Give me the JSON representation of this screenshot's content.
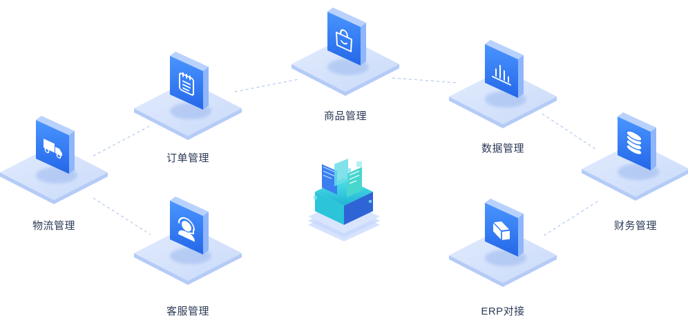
{
  "nodes": [
    {
      "id": "logistics",
      "label": "物流管理",
      "icon": "truck-icon"
    },
    {
      "id": "orders",
      "label": "订单管理",
      "icon": "clipboard-icon"
    },
    {
      "id": "customer-service",
      "label": "客服管理",
      "icon": "headset-agent-icon"
    },
    {
      "id": "products",
      "label": "商品管理",
      "icon": "shopping-bag-icon"
    },
    {
      "id": "data",
      "label": "数据管理",
      "icon": "bar-chart-icon"
    },
    {
      "id": "finance",
      "label": "财务管理",
      "icon": "coin-stack-icon"
    },
    {
      "id": "erp",
      "label": "ERP对接",
      "icon": "cube-icon"
    }
  ],
  "center": {
    "icon": "data-hub-icon"
  },
  "colors": {
    "tile_top": "#d6e3fd",
    "tile_side": "#b5cbf7",
    "icon_front": "#2f7bf5",
    "icon_side": "#8fb6fb",
    "connector": "#b7cbef",
    "label": "#2b3a55",
    "hub_teal": "#3fd6e0",
    "hub_blue": "#2d6fe0"
  }
}
